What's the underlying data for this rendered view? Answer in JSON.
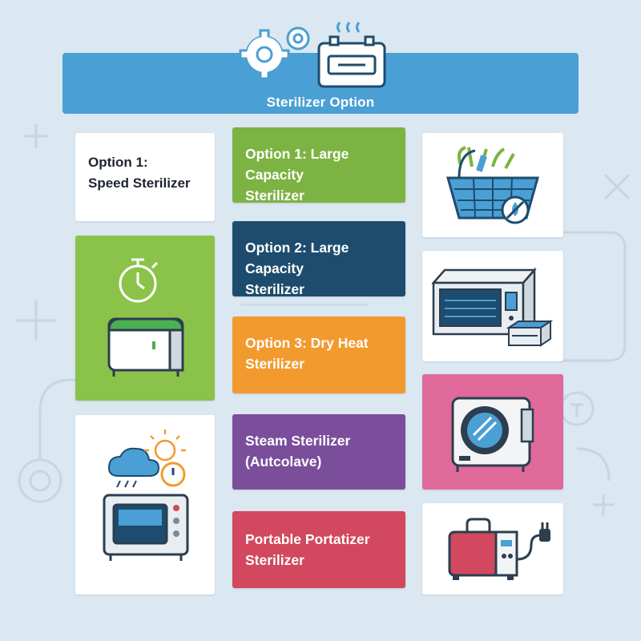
{
  "header": {
    "title": "Sterilizer Option",
    "color": "#4a9fd4"
  },
  "left_top_card": {
    "line1": "Option 1:",
    "line2": "Speed Sterilizer"
  },
  "options": [
    {
      "line1": "Option 1: Large Capacity",
      "line2": "Sterilizer",
      "color": "#7cb342"
    },
    {
      "line1": "Option 2: Large Capacity",
      "line2": "Sterilizer",
      "color": "#1e4c6e"
    },
    {
      "line1": "Option 3: Dry Heat",
      "line2": "Sterilizer",
      "color": "#f29a2e"
    },
    {
      "line1": "Steam Sterilizer",
      "line2": "(Autcolave)",
      "color": "#7b4e9c"
    },
    {
      "line1": "Portable Portatizer",
      "line2": "Sterilizer",
      "color": "#d2485e"
    }
  ],
  "icons": {
    "header_left": "gears-icon",
    "header_right": "heated-tray-icon",
    "left_middle": [
      "stopwatch-icon",
      "sterilizer-box-icon"
    ],
    "left_bottom": [
      "weather-icon",
      "sun-icon",
      "timer-icon",
      "oven-icon"
    ],
    "right": [
      "basket-icon",
      "countertop-sterilizer-icon",
      "autoclave-icon",
      "portable-sterilizer-icon"
    ]
  },
  "colors": {
    "green_panel": "#8bc34a",
    "pink_panel": "#e06a9a"
  }
}
